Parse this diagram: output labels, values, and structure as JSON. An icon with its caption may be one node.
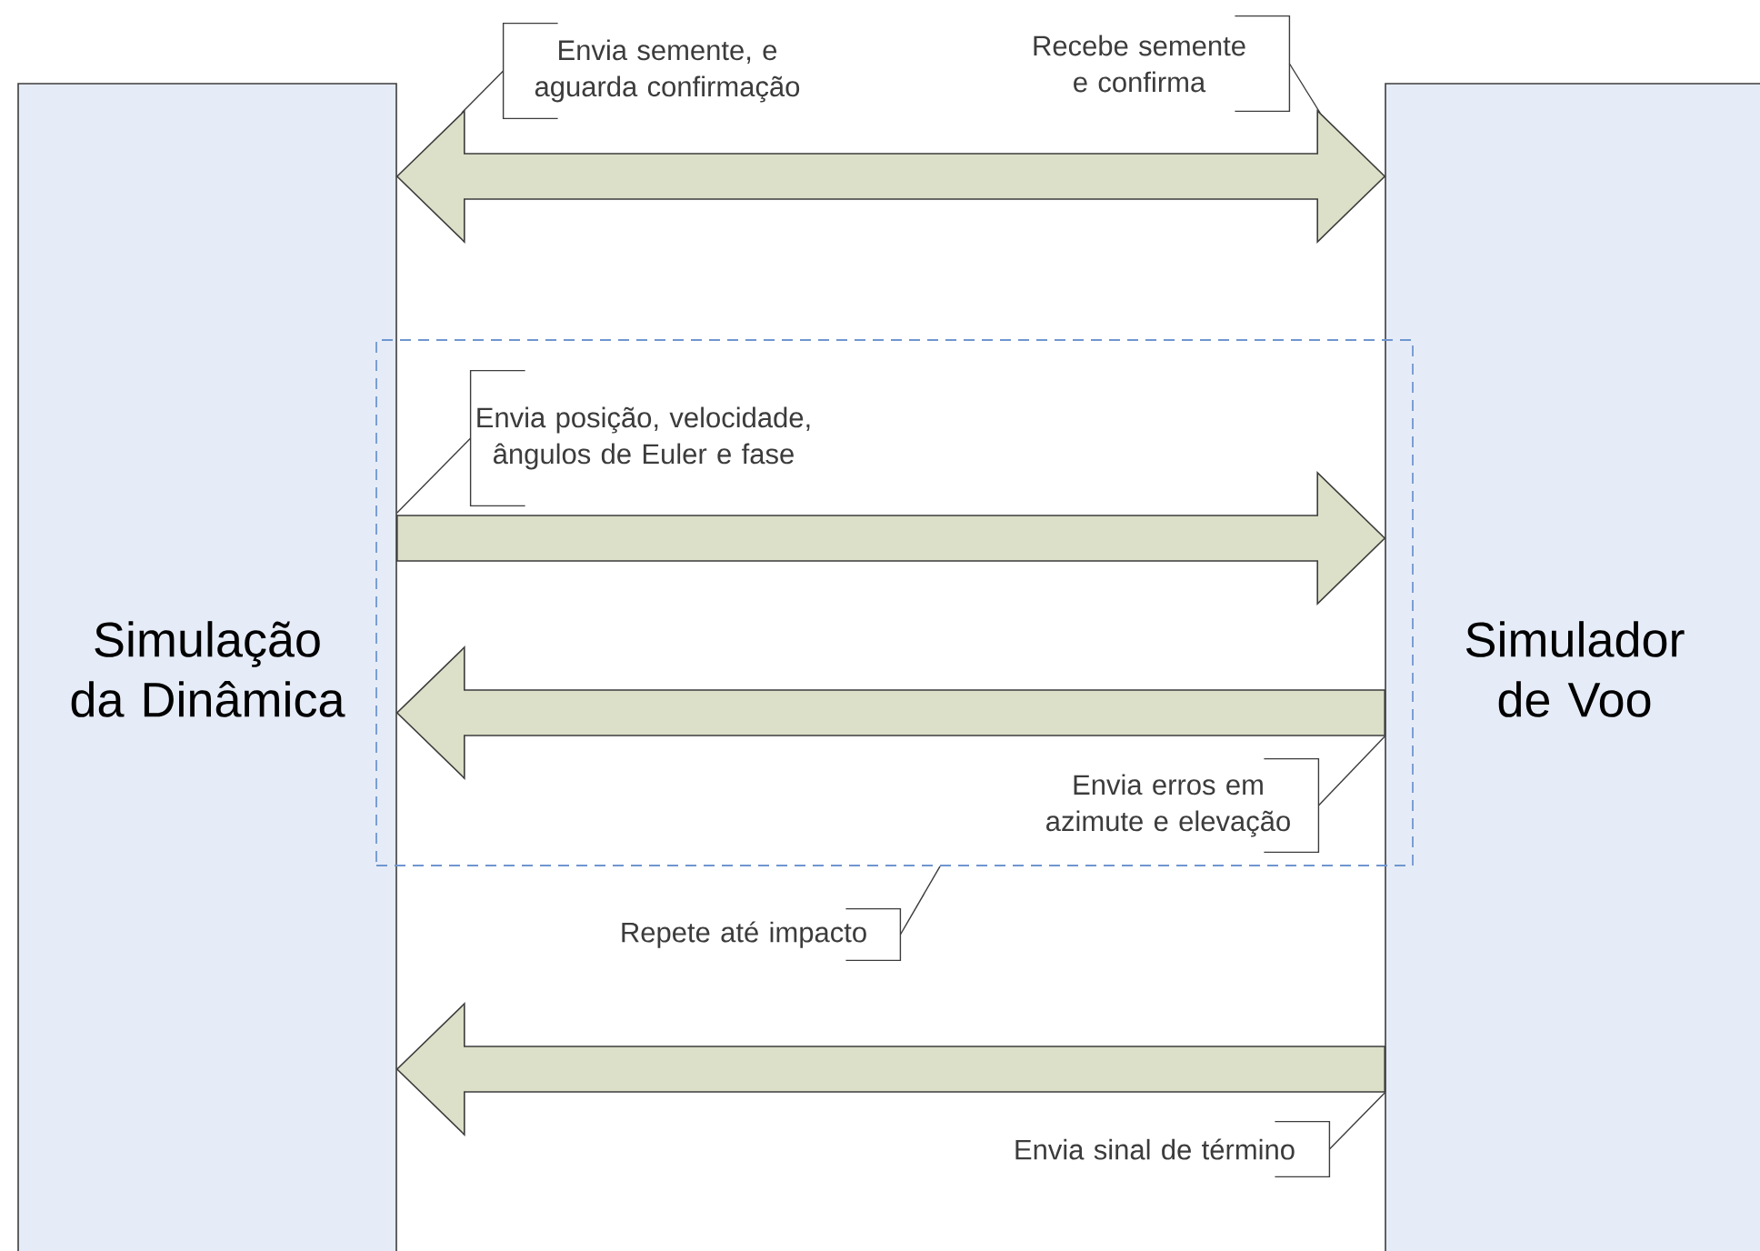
{
  "diagram": {
    "nodes": [
      {
        "text": [
          "Simulação da Dinâmica"
        ]
      },
      {
        "text": [
          "Simulador de Voo"
        ]
      },
      {
        "text": [],
        "shape": "box"
      },
      {
        "text": [
          "Envia semente, e aguarda confirmação"
        ]
      },
      {
        "text": [
          "Recebe semente e confirma"
        ]
      },
      {
        "text": [
          "Envia posição, velocidade, ângulos de Euler e fase"
        ],
        "in": 2
      },
      {
        "text": [
          "Envia erros em azimute e elevação"
        ],
        "in": 2
      },
      {
        "text": [
          "Repete até impacto"
        ]
      },
      {
        "text": [
          "Envia sinal de término"
        ]
      }
    ],
    "edges": [
      {
        "from": 0,
        "to": 1,
        "arrow": "both",
        "style": "thick"
      },
      {
        "from": 0,
        "to": 1,
        "arrow": "to",
        "style": "thick"
      },
      {
        "from": 1,
        "to": 0,
        "arrow": "to",
        "style": "thick"
      },
      {
        "from": 1,
        "to": 0,
        "arrow": "to",
        "style": "thick"
      },
      {
        "from": 3,
        "to": null,
        "arrow": "none"
      },
      {
        "from": 4,
        "to": null,
        "arrow": "none"
      },
      {
        "from": 5,
        "to": 0,
        "arrow": "none"
      },
      {
        "from": 6,
        "to": 1,
        "arrow": "none"
      },
      {
        "from": 7,
        "to": 2,
        "arrow": "none"
      },
      {
        "from": 8,
        "to": 1,
        "arrow": "none"
      }
    ]
  }
}
